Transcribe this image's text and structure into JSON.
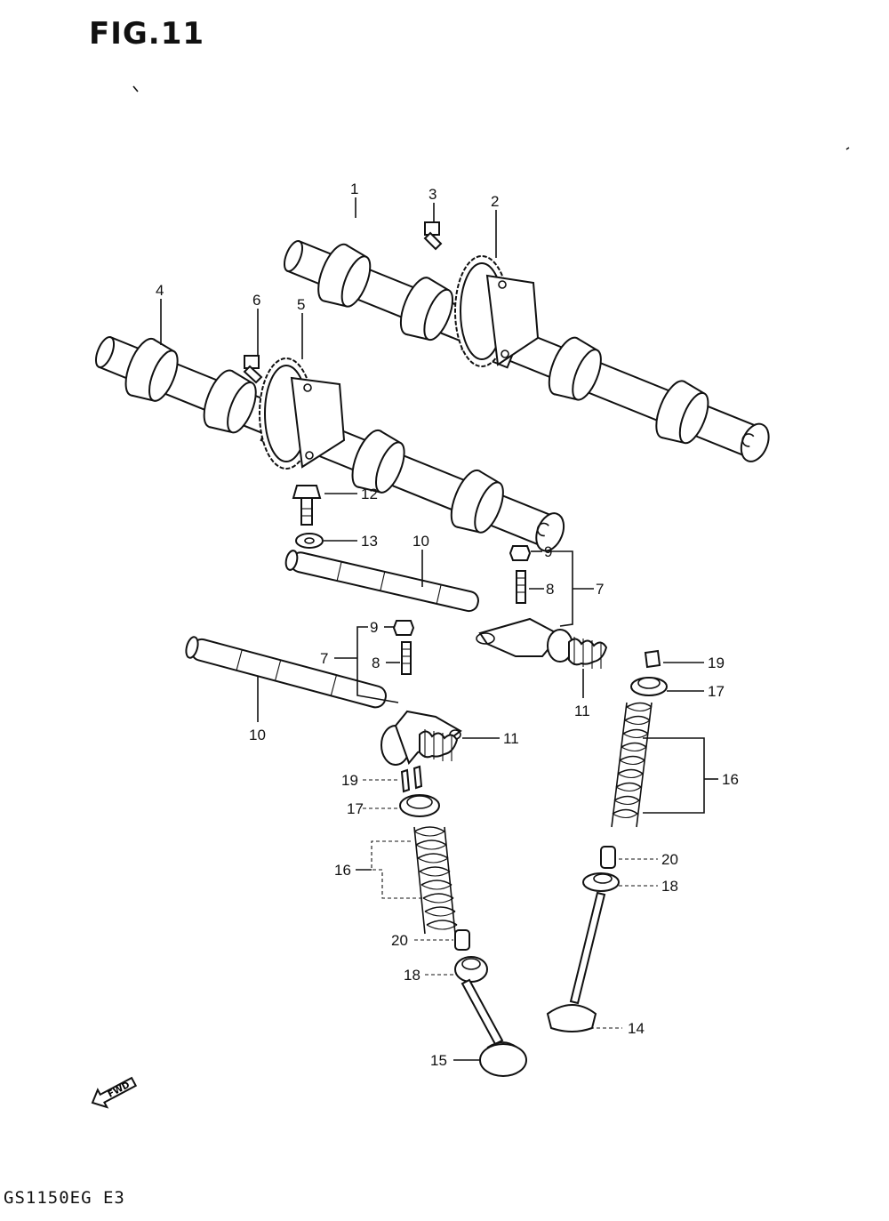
{
  "figure": {
    "title": "FIG.11",
    "footer_code": "GS1150EG E3",
    "fwd_label": "FWD"
  },
  "callouts": [
    {
      "id": "c1",
      "text": "1"
    },
    {
      "id": "c2",
      "text": "2"
    },
    {
      "id": "c3",
      "text": "3"
    },
    {
      "id": "c4",
      "text": "4"
    },
    {
      "id": "c5",
      "text": "5"
    },
    {
      "id": "c6",
      "text": "6"
    },
    {
      "id": "c12",
      "text": "12"
    },
    {
      "id": "c13",
      "text": "13"
    },
    {
      "id": "c10a",
      "text": "10"
    },
    {
      "id": "c9a",
      "text": "9"
    },
    {
      "id": "c8a",
      "text": "8"
    },
    {
      "id": "c7a",
      "text": "7"
    },
    {
      "id": "c9b",
      "text": "9"
    },
    {
      "id": "c7b",
      "text": "7"
    },
    {
      "id": "c8b",
      "text": "8"
    },
    {
      "id": "c11a",
      "text": "11"
    },
    {
      "id": "c19a",
      "text": "19"
    },
    {
      "id": "c17a",
      "text": "17"
    },
    {
      "id": "c10b",
      "text": "10"
    },
    {
      "id": "c11b",
      "text": "11"
    },
    {
      "id": "c16a",
      "text": "16"
    },
    {
      "id": "c19b",
      "text": "19"
    },
    {
      "id": "c17b",
      "text": "17"
    },
    {
      "id": "c20a",
      "text": "20"
    },
    {
      "id": "c16b",
      "text": "16"
    },
    {
      "id": "c18a",
      "text": "18"
    },
    {
      "id": "c20b",
      "text": "20"
    },
    {
      "id": "c18b",
      "text": "18"
    },
    {
      "id": "c14",
      "text": "14"
    },
    {
      "id": "c15",
      "text": "15"
    }
  ]
}
